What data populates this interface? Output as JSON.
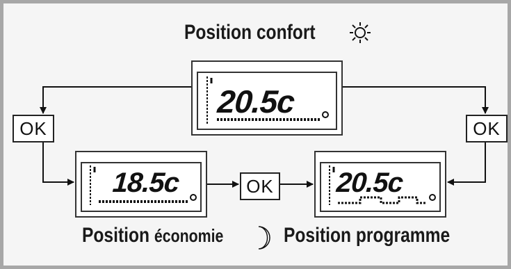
{
  "titles": {
    "top": "Position confort",
    "economy_prefix": "Position",
    "economy_word": "économie",
    "program": "Position programme"
  },
  "ok_buttons": {
    "left": "OK",
    "right": "OK",
    "middle": "OK"
  },
  "displays": {
    "confort": "20.5c",
    "economie": "18.5c",
    "programme": "20.5c"
  },
  "icons": {
    "sun": "sun-icon",
    "moon": "moon-icon"
  },
  "colors": {
    "frame": "#a7a7a7",
    "background": "#f5f5f5",
    "ink": "#111111"
  }
}
